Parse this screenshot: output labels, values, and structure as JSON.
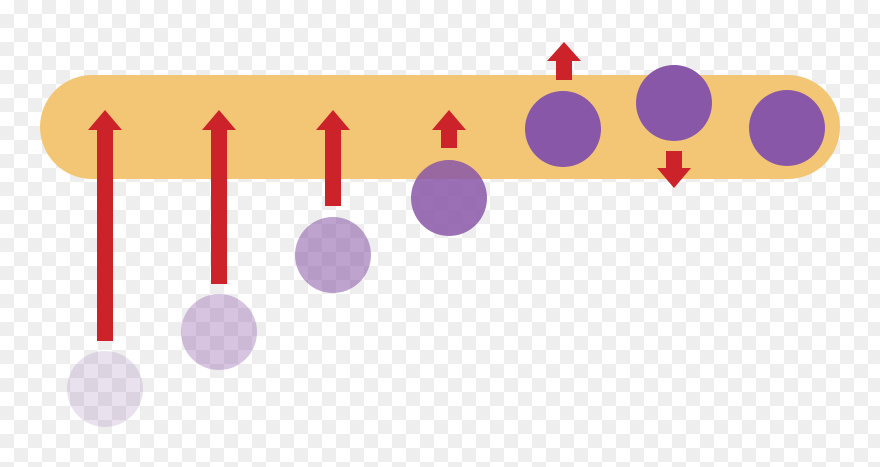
{
  "colors": {
    "band": "#f2c674",
    "arrow": "#cc2229",
    "particle": "#8957a8"
  },
  "particles": [
    {
      "opacity": 0.18
    },
    {
      "opacity": 0.35
    },
    {
      "opacity": 0.55
    },
    {
      "opacity": 0.85
    },
    {
      "opacity": 1.0
    },
    {
      "opacity": 1.0
    },
    {
      "opacity": 1.0
    }
  ],
  "arrows": [
    {
      "direction": "up"
    },
    {
      "direction": "up"
    },
    {
      "direction": "up"
    },
    {
      "direction": "up"
    },
    {
      "direction": "up"
    },
    {
      "direction": "down"
    }
  ]
}
